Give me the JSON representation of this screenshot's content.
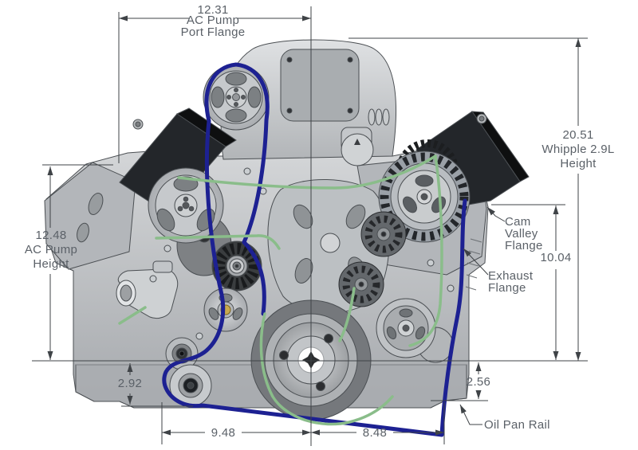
{
  "drawing": {
    "type_label": "engine-front-dimension-drawing",
    "dimensions": {
      "ac_pump_port_flange_width": {
        "value": "12.31",
        "line1": "AC Pump",
        "line2": "Port Flange"
      },
      "whipple_height": {
        "value": "20.51",
        "line1": "Whipple 2.9L",
        "line2": "Height"
      },
      "ac_pump_height": {
        "value": "12.48",
        "line1": "AC Pump",
        "line2": "Height"
      },
      "cam_valley_flange": {
        "line1": "Cam",
        "line2": "Valley",
        "line3": "Flange"
      },
      "cam_valley_to_crank": {
        "value": "10.04"
      },
      "exhaust_flange": {
        "line1": "Exhaust",
        "line2": "Flange"
      },
      "left_belt_drop": {
        "value": "2.92"
      },
      "right_oil_pan_drop": {
        "value": "2.56"
      },
      "oil_pan_rail": {
        "label": "Oil Pan Rail"
      },
      "crank_to_left_width": {
        "value": "9.48"
      },
      "crank_to_right_width": {
        "value": "8.48"
      }
    },
    "colors": {
      "belt_blue": "#1d2192",
      "belt_green": "#8abd8a",
      "dimension_lines": "#3f4347",
      "dimension_text": "#5b6168",
      "valve_cover_black": "#1f2225",
      "engine_gray": "#c3c6c9"
    }
  }
}
